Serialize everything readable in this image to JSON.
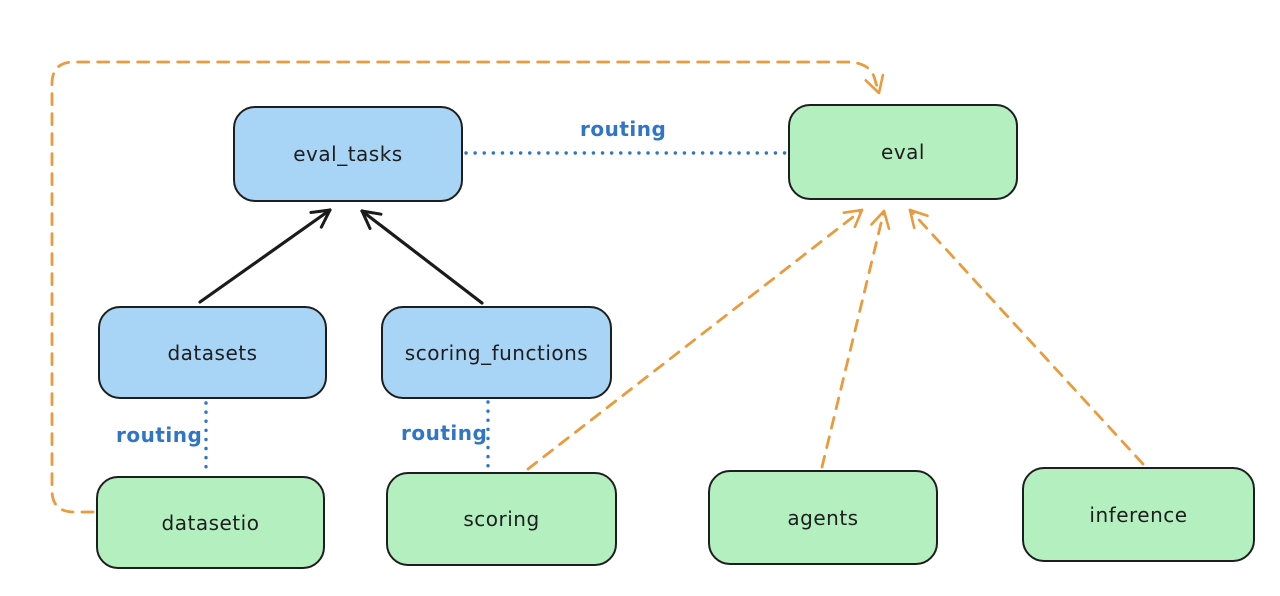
{
  "diagram": {
    "nodes": [
      {
        "id": "eval_tasks",
        "label": "eval_tasks",
        "fill": "blue"
      },
      {
        "id": "eval",
        "label": "eval",
        "fill": "green"
      },
      {
        "id": "datasets",
        "label": "datasets",
        "fill": "blue"
      },
      {
        "id": "scoring_functions",
        "label": "scoring_functions",
        "fill": "blue"
      },
      {
        "id": "datasetio",
        "label": "datasetio",
        "fill": "green"
      },
      {
        "id": "scoring",
        "label": "scoring",
        "fill": "green"
      },
      {
        "id": "agents",
        "label": "agents",
        "fill": "green"
      },
      {
        "id": "inference",
        "label": "inference",
        "fill": "green"
      }
    ],
    "edge_labels": [
      {
        "id": "routing-eval_tasks-eval",
        "text": "routing"
      },
      {
        "id": "routing-datasets-datasetio",
        "text": "routing"
      },
      {
        "id": "routing-scoring_functions-scoring",
        "text": "routing"
      }
    ],
    "edges": [
      {
        "from": "datasets",
        "to": "eval_tasks",
        "style": "solid-black-arrow"
      },
      {
        "from": "scoring_functions",
        "to": "eval_tasks",
        "style": "solid-black-arrow"
      },
      {
        "from": "eval_tasks",
        "to": "eval",
        "style": "dotted-blue",
        "label": "routing"
      },
      {
        "from": "datasets",
        "to": "datasetio",
        "style": "dotted-blue",
        "label": "routing"
      },
      {
        "from": "scoring_functions",
        "to": "scoring",
        "style": "dotted-blue",
        "label": "routing"
      },
      {
        "from": "datasetio",
        "to": "eval",
        "style": "dashed-orange-arrow"
      },
      {
        "from": "scoring",
        "to": "eval",
        "style": "dashed-orange-arrow"
      },
      {
        "from": "agents",
        "to": "eval",
        "style": "dashed-orange-arrow"
      },
      {
        "from": "inference",
        "to": "eval",
        "style": "dashed-orange-arrow"
      }
    ],
    "colors": {
      "node_blue_fill": "#a8d4f5",
      "node_green_fill": "#b4efc0",
      "node_stroke": "#1e1e1e",
      "routing_blue": "#2f76c7",
      "dashed_orange": "#e99b3d",
      "arrow_black": "#1b1b1b",
      "background": "#ffffff"
    }
  }
}
